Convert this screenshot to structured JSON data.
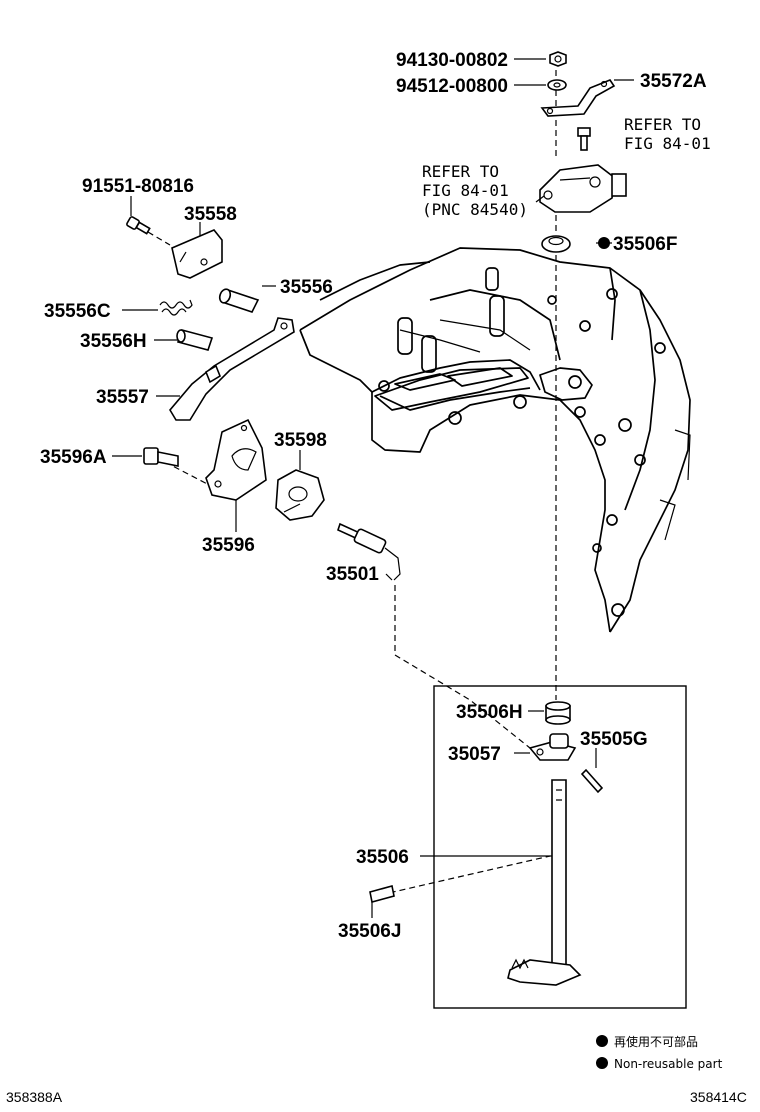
{
  "labels": {
    "p94130": "94130-00802",
    "p94512": "94512-00800",
    "p35572A": "35572A",
    "refer_to_1": "REFER TO",
    "fig_1": "FIG 84-01",
    "refer_to_2": "REFER TO",
    "fig_2": "FIG 84-01",
    "pnc": "(PNC 84540)",
    "p35506F": "35506F",
    "p91551": "91551-80816",
    "p35558": "35558",
    "p35556": "35556",
    "p35556C": "35556C",
    "p35556H": "35556H",
    "p35557": "35557",
    "p35596A": "35596A",
    "p35598": "35598",
    "p35596": "35596",
    "p35501": "35501",
    "p35506H": "35506H",
    "p35057": "35057",
    "p35505G": "35505G",
    "p35506": "35506",
    "p35506J": "35506J"
  },
  "legend": {
    "japanese": "再使用不可部品",
    "english": "Non-reusable part"
  },
  "footer": {
    "left_code": "358388A",
    "right_code": "358414C"
  }
}
